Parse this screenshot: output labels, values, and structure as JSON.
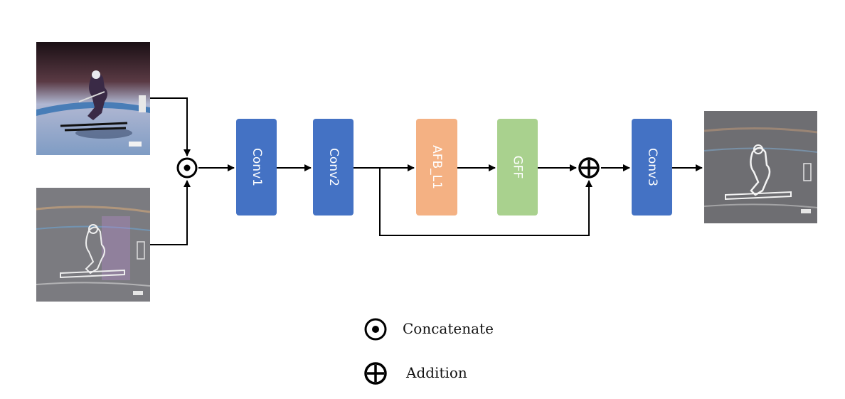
{
  "diagram": {
    "blocks": [
      {
        "id": "conv1",
        "label": "Conv1",
        "color": "#4472c4"
      },
      {
        "id": "conv2",
        "label": "Conv2",
        "color": "#4472c4"
      },
      {
        "id": "afb",
        "label": "AFB_L1",
        "color": "#f4b183"
      },
      {
        "id": "gff",
        "label": "GFF",
        "color": "#a9d18e"
      },
      {
        "id": "conv3",
        "label": "Conv3",
        "color": "#4472c4"
      }
    ],
    "inputs": [
      {
        "id": "input-rgb",
        "content": "skier photo"
      },
      {
        "id": "input-event",
        "content": "edge / event image of skier"
      }
    ],
    "output": {
      "id": "output-image",
      "content": "fused edge image of skier"
    },
    "operators": {
      "concatenate_symbol": "⊙",
      "addition_symbol": "⊕"
    },
    "legend": {
      "concatenate": "Concatenate",
      "addition": "Addition"
    },
    "colors": {
      "wire": "#000000",
      "conv_block": "#4472c4",
      "afb_block": "#f4b183",
      "gff_block": "#a9d18e"
    }
  }
}
